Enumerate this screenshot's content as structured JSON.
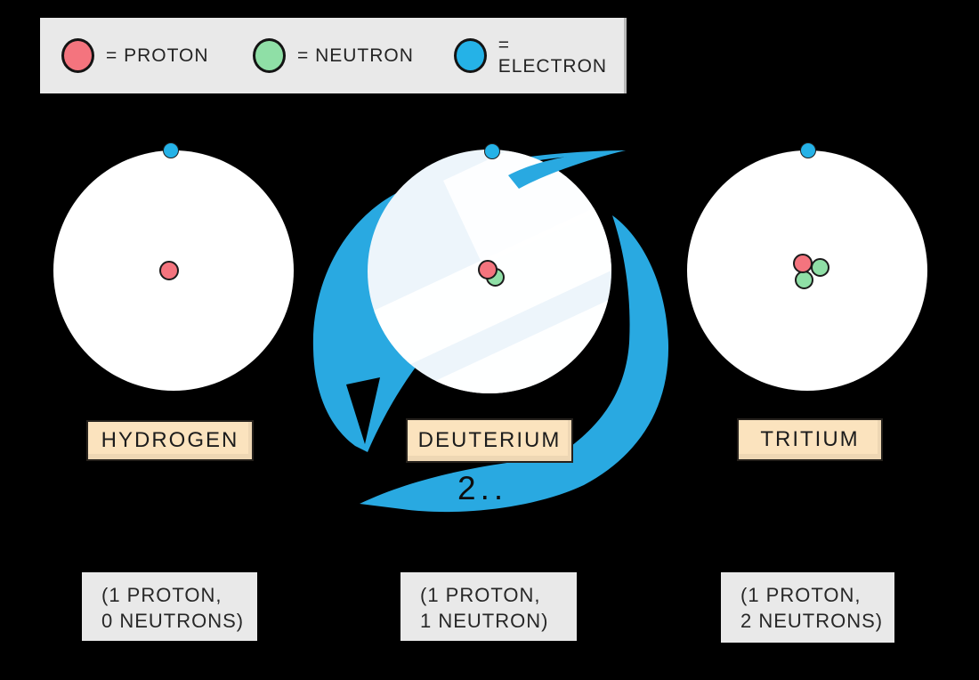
{
  "legend": {
    "items": [
      {
        "id": "proton",
        "label": "= PROTON"
      },
      {
        "id": "neutron",
        "label": "= NEUTRON"
      },
      {
        "id": "electron",
        "label": "= ELECTRON"
      }
    ]
  },
  "isotopes": [
    {
      "label": "HYDROGEN",
      "caption_line1": "(1 PROTON,",
      "caption_line2": "0 NEUTRONS)",
      "protons": 1,
      "neutrons": 0,
      "electrons": 1
    },
    {
      "label": "DEUTERIUM",
      "caption_line1": "(1 PROTON,",
      "caption_line2": "1 NEUTRON)",
      "protons": 1,
      "neutrons": 1,
      "electrons": 1
    },
    {
      "label": "TRITIUM",
      "caption_line1": "(1 PROTON,",
      "caption_line2": "2 NEUTRONS)",
      "protons": 1,
      "neutrons": 2,
      "electrons": 1
    }
  ],
  "annotation": {
    "text": "2.."
  },
  "colors": {
    "proton": "#F4747E",
    "neutron": "#8FDFA6",
    "electron": "#25B2E7",
    "swoosh": "#29A9E1",
    "labelbox": "#FBE3BE",
    "infobox": "#E9E9E9",
    "background": "#000000"
  }
}
